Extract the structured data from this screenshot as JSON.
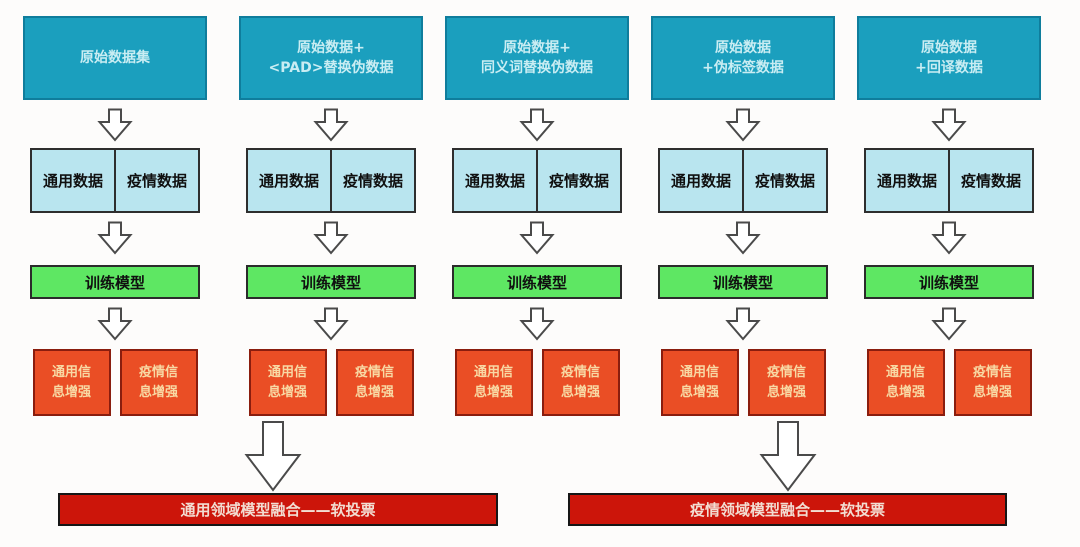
{
  "columns": [
    {
      "source": "原始数据集"
    },
    {
      "source": "原始数据+\n<PAD>替换伪数据"
    },
    {
      "source": "原始数据+\n同义词替换伪数据"
    },
    {
      "source": "原始数据\n+伪标签数据"
    },
    {
      "source": "原始数据\n+回译数据"
    }
  ],
  "shared": {
    "general_data": "通用数据",
    "epidemic_data": "疫情数据",
    "train_model": "训练模型",
    "general_boost": "通用信\n息增强",
    "epidemic_boost": "疫情信\n息增强"
  },
  "fusion": {
    "general_label": "通用领域模型融合——软投票",
    "epidemic_label": "疫情领域模型融合——软投票"
  },
  "colors": {
    "source_box": "#1b9fbe",
    "source_text": "#c9edf3",
    "data_box": "#b9e5ef",
    "train_box": "#5ee763",
    "boost_box": "#ea4e25",
    "boost_text": "#f8d9a4",
    "fusion_bar": "#cc150a",
    "box_border": "#2e2e2e"
  }
}
